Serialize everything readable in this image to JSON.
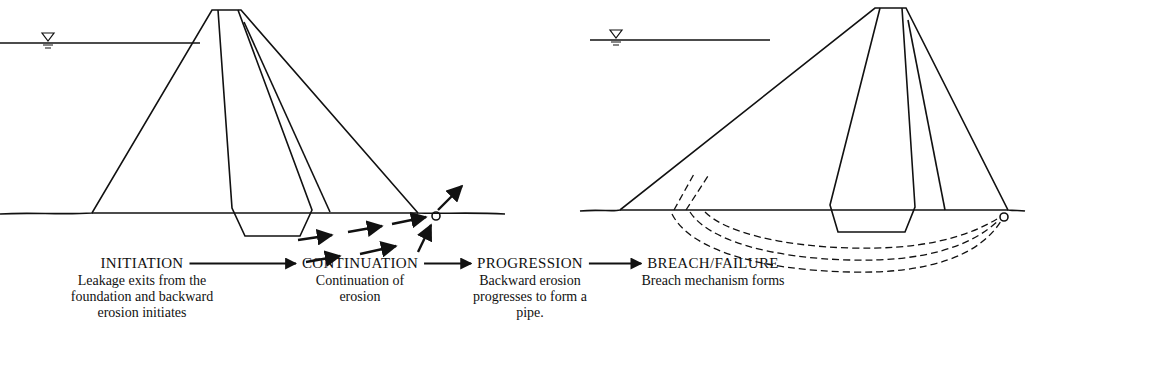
{
  "diagram": {
    "nodes": [
      {
        "text": [
          "INITIATION",
          "Leakage exits from the foundation and backward erosion initiates"
        ]
      },
      {
        "text": [
          "CONTINUATION",
          "Continuation of erosion"
        ]
      },
      {
        "text": [
          "PROGRESSION",
          "Backward erosion progresses to form a pipe."
        ]
      },
      {
        "text": [
          "BREACH/FAILURE",
          "Breach mechanism forms"
        ]
      }
    ],
    "edges": [
      {
        "from": 0,
        "to": 1,
        "arrow": "to"
      },
      {
        "from": 1,
        "to": 2,
        "arrow": "to"
      },
      {
        "from": 2,
        "to": 3,
        "arrow": "to"
      }
    ]
  }
}
